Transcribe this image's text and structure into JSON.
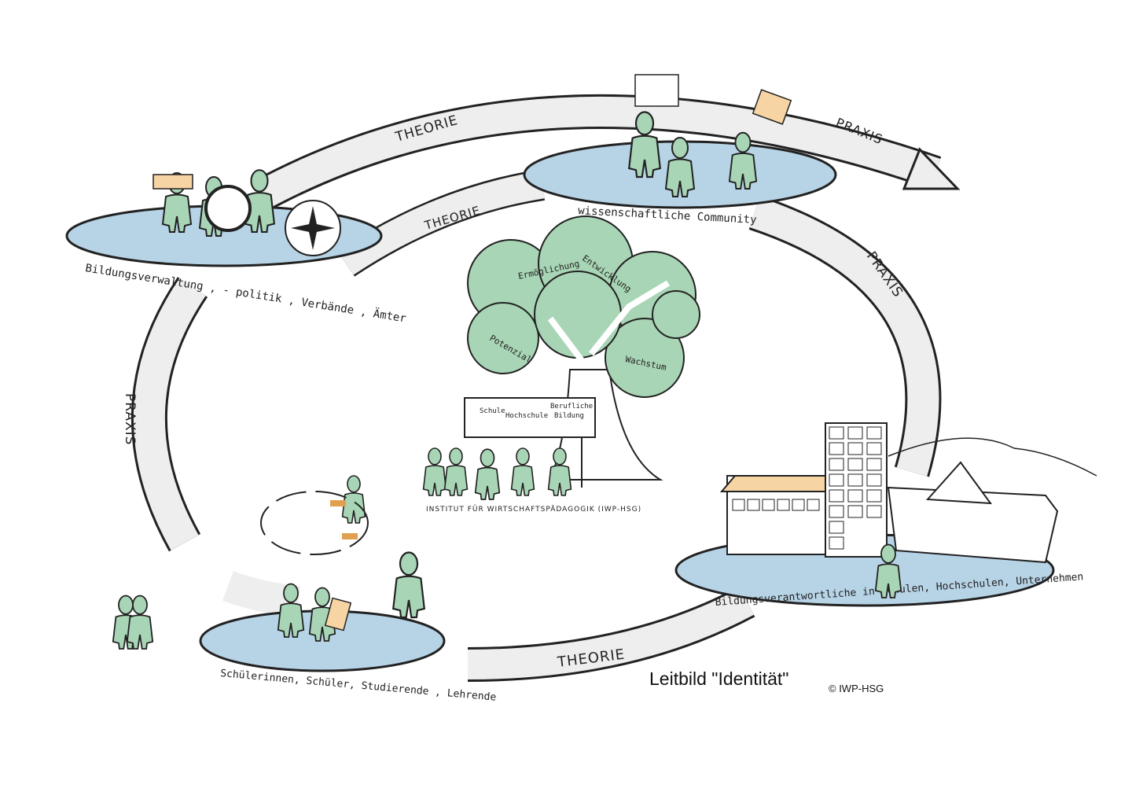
{
  "arrows": {
    "outer_top": "THEORIE",
    "outer_top_end": "PRAXIS",
    "inner_top": "THEORIE",
    "right": "PRAXIS",
    "left": "PRAXIS",
    "bottom": "THEORIE"
  },
  "groups": {
    "administration": "Bildungsverwaltung , - politik , Verbände , Ämter",
    "science": "wissenschaftliche Community",
    "practitioners": "Bildungsverantwortliche in Schulen, Hochschulen, Unternehmen",
    "learners": "Schülerinnen, Schüler, Studierende , Lehrende"
  },
  "tree": {
    "leaves": [
      "Ermöglichung",
      "Entwicklung",
      "Potenzial",
      "Wachstum"
    ],
    "board": [
      "Schule",
      "Hochschule",
      "Berufliche",
      "Bildung"
    ],
    "institute": "INSTITUT FÜR WIRTSCHAFTSPÄDAGOGIK (IWP-HSG)"
  },
  "title": "Leitbild \"Identität\"",
  "copyright": "© IWP-HSG",
  "colors": {
    "figure": "#a8d5b5",
    "platform": "#b7d3e6",
    "arrow": "#eeeeee",
    "accent": "#f7d4a3"
  }
}
